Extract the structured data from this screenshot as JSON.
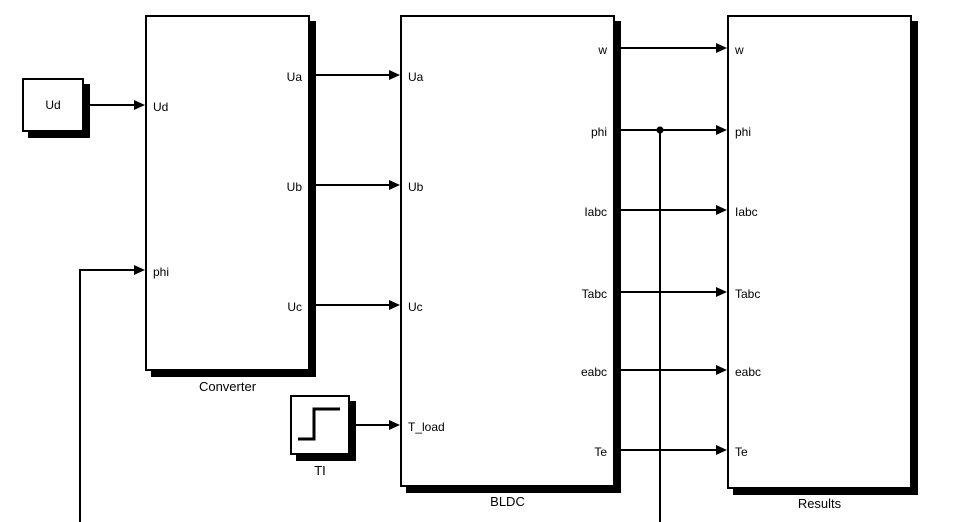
{
  "blocks": {
    "ud_source": {
      "label": "Ud"
    },
    "converter": {
      "name": "Converter",
      "inputs": [
        "Ud",
        "phi"
      ],
      "outputs": [
        "Ua",
        "Ub",
        "Uc"
      ]
    },
    "ti_source": {
      "name": "TI"
    },
    "bldc": {
      "name": "BLDC",
      "inputs": [
        "Ua",
        "Ub",
        "Uc",
        "T_load"
      ],
      "outputs": [
        "w",
        "phi",
        "Iabc",
        "Tabc",
        "eabc",
        "Te"
      ]
    },
    "results": {
      "name": "Results",
      "inputs": [
        "w",
        "phi",
        "Iabc",
        "Tabc",
        "eabc",
        "Te"
      ]
    }
  },
  "colors": {
    "background": "#ffffff",
    "block_fill": "#ffffff",
    "line": "#000000",
    "shadow": "#000000"
  }
}
